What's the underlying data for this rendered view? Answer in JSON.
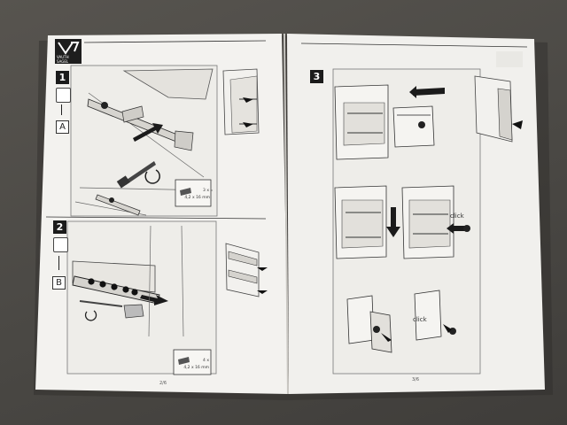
{
  "scene": {
    "colors": {
      "floor": "#4f4d4a",
      "paper": "#f4f3f0",
      "ink": "#2a2a2a",
      "panel_bg": "#ebe9e5"
    }
  },
  "brand": {
    "logo_line1": "VAUTH",
    "logo_line2": "SAGEL"
  },
  "left_page": {
    "step1": {
      "number": "1",
      "box_label": "A",
      "screw_qty": "3 x",
      "screw_size": "4,2 x 16 mm"
    },
    "step2": {
      "number": "2",
      "box_label": "B",
      "screw_qty": "4 x",
      "screw_size": "4,2 x 16 mm"
    },
    "page_number": "2/6"
  },
  "right_page": {
    "step3": {
      "number": "3",
      "click_labels": [
        "click",
        "click"
      ]
    },
    "page_number": "3/6"
  }
}
